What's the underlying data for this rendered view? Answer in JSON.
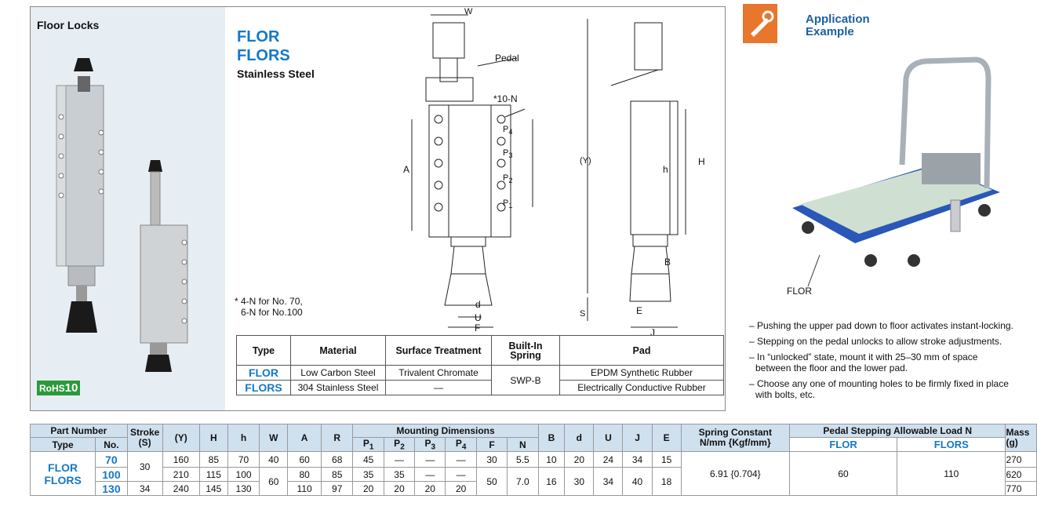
{
  "header_title": "Floor Locks",
  "product": {
    "code1": "FLOR",
    "code2": "FLORS",
    "subtitle": "Stainless Steel"
  },
  "rohs": {
    "prefix": "RoHS",
    "number": "10"
  },
  "drawing": {
    "W": "W",
    "pedal": "Pedal",
    "holes": "*10-N",
    "A": "A",
    "Y": "(Y)",
    "h": "h",
    "H": "H",
    "P4": "P",
    "P4s": "4",
    "P3": "P",
    "P3s": "3",
    "P2": "P",
    "P2s": "2",
    "P1": "P",
    "P1s": "1",
    "B": "B",
    "d": "d",
    "U": "U",
    "F": "F",
    "S": "S",
    "E": "E",
    "J": "J",
    "footnote1": "* 4-N for No. 70,",
    "footnote2": "6-N for No.100"
  },
  "spec_table": {
    "headers": [
      "Type",
      "Material",
      "Surface Treatment",
      "Built-In Spring",
      "Pad"
    ],
    "rows": [
      {
        "type": "FLOR",
        "material": "Low Carbon Steel",
        "surface": "Trivalent Chromate",
        "pad": "EPDM Synthetic Rubber"
      },
      {
        "type": "FLORS",
        "material": "304 Stainless Steel",
        "surface": "—",
        "pad": "Electrically Conductive Rubber"
      }
    ],
    "spring": "SWP-B"
  },
  "application": {
    "title1": "Application",
    "title2": "Example",
    "callout": "FLOR",
    "notes": [
      "– Pushing the upper pad down to floor activates instant-locking.",
      "– Stepping on the pedal unlocks to allow stroke adjustments.",
      "– In “unlocked” state, mount it with 25–30 mm of space",
      "between the floor and the lower pad.",
      "– Choose any one of mounting holes to be firmly fixed in place",
      "with bolts, etc."
    ]
  },
  "main_table": {
    "h_part": "Part Number",
    "h_type": "Type",
    "h_no": "No.",
    "h_stroke": "Stroke",
    "h_stroke2": "(S)",
    "h_y": "(Y)",
    "h_H": "H",
    "h_h": "h",
    "h_W": "W",
    "h_A": "A",
    "h_R": "R",
    "h_mount": "Mounting Dimensions",
    "h_P": "P",
    "h_F": "F",
    "h_N": "N",
    "h_B": "B",
    "h_d": "d",
    "h_U": "U",
    "h_J": "J",
    "h_E": "E",
    "h_spring1": "Spring Constant",
    "h_spring2": "N/mm {Kgf/mm}",
    "h_pedal": "Pedal Stepping Allowable Load N",
    "h_flor": "FLOR",
    "h_flors": "FLORS",
    "h_mass": "Mass",
    "h_mass2": "(g)",
    "type1": "FLOR",
    "type2": "FLORS",
    "rows": [
      {
        "no": "70",
        "y": "160",
        "H": "85",
        "h": "70",
        "A": "60",
        "R": "68",
        "P1": "45",
        "P2": "—",
        "P3": "—",
        "P4": "—",
        "mass": "270"
      },
      {
        "no": "100",
        "y": "210",
        "H": "115",
        "h": "100",
        "A": "80",
        "R": "85",
        "P1": "35",
        "P2": "35",
        "P3": "—",
        "P4": "—",
        "mass": "620"
      },
      {
        "no": "130",
        "y": "240",
        "H": "145",
        "h": "130",
        "A": "110",
        "R": "97",
        "P1": "20",
        "P2": "20",
        "P3": "20",
        "P4": "20",
        "mass": "770"
      }
    ],
    "stroke_a": "30",
    "stroke_b": "34",
    "W_a": "40",
    "W_b": "60",
    "F_a": "30",
    "F_b": "50",
    "N_a": "5.5",
    "N_b": "7.0",
    "B_a": "10",
    "B_b": "16",
    "d_a": "20",
    "d_b": "30",
    "U_a": "24",
    "U_b": "34",
    "J_a": "34",
    "J_b": "40",
    "E_a": "15",
    "E_b": "18",
    "spring": "6.91 {0.704}",
    "load_flor": "60",
    "load_flors": "110"
  }
}
